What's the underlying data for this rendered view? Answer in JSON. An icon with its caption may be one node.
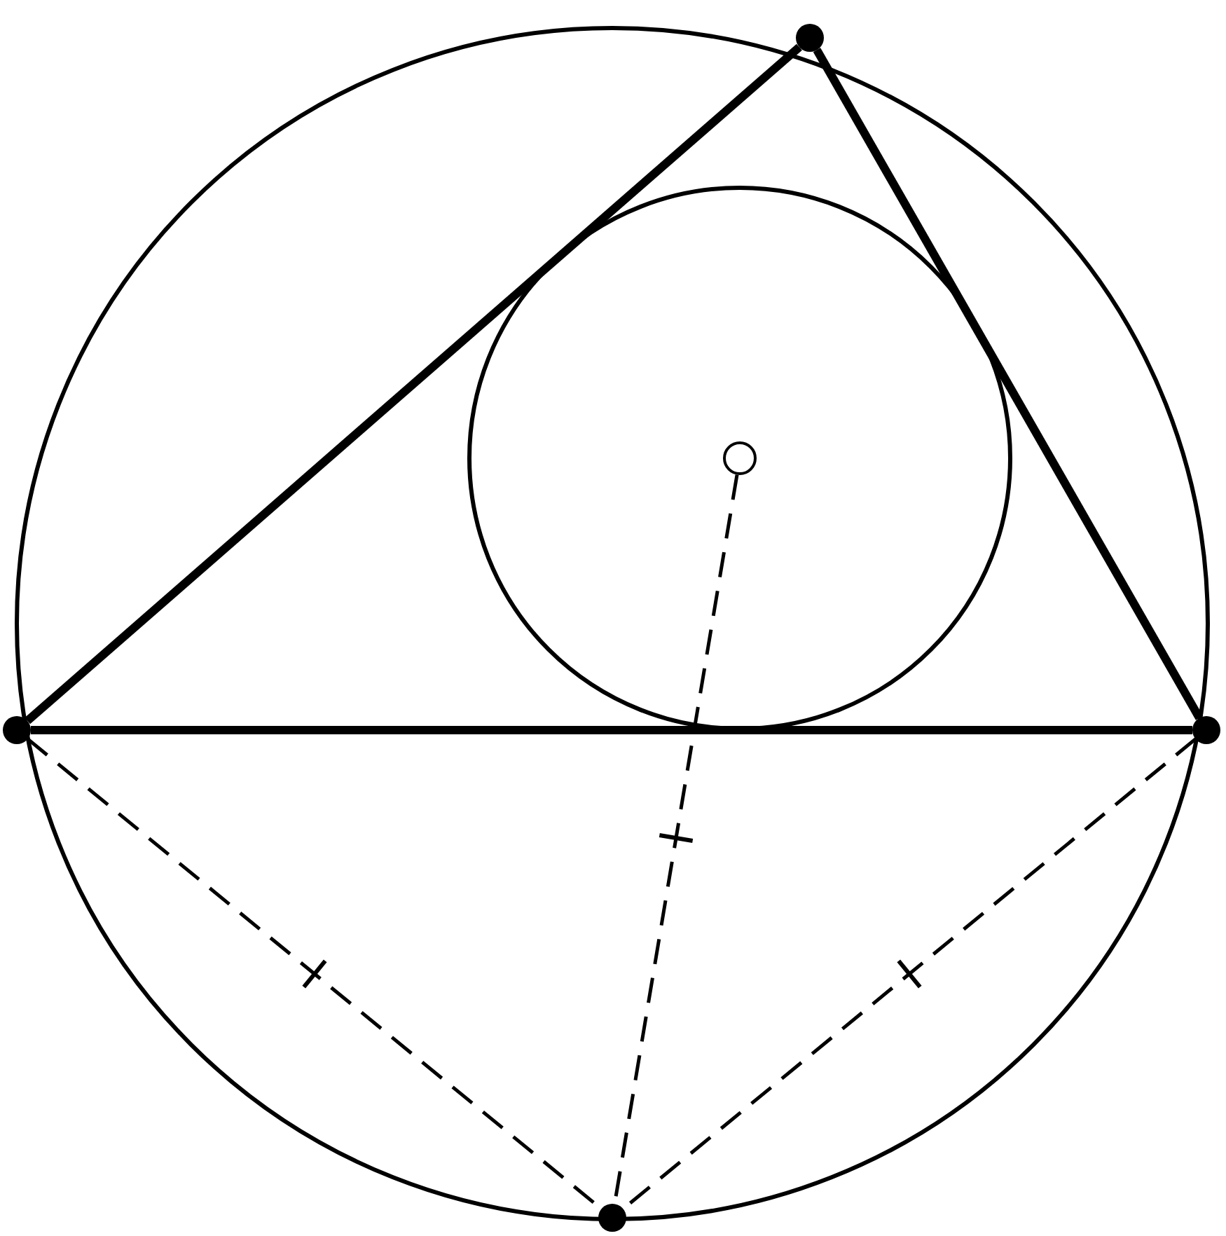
{
  "diagram": {
    "nodes": [
      {
        "text": [],
        "shape": "circle"
      },
      {
        "text": [],
        "shape": "circle"
      },
      {
        "text": [],
        "shape": "circle"
      },
      {
        "text": [],
        "shape": "circle"
      },
      {
        "text": [],
        "shape": "circle"
      }
    ],
    "edges": [
      {
        "from": 2,
        "to": 0,
        "arrow": "none",
        "style": "thick"
      },
      {
        "from": 0,
        "to": 3,
        "arrow": "none",
        "style": "thick"
      },
      {
        "from": 2,
        "to": 3,
        "arrow": "none",
        "style": "thick"
      },
      {
        "from": 2,
        "to": 4,
        "arrow": "none",
        "style": "dashed"
      },
      {
        "from": 1,
        "to": 4,
        "arrow": "none",
        "style": "dashed"
      },
      {
        "from": 3,
        "to": 4,
        "arrow": "none",
        "style": "dashed"
      }
    ]
  }
}
